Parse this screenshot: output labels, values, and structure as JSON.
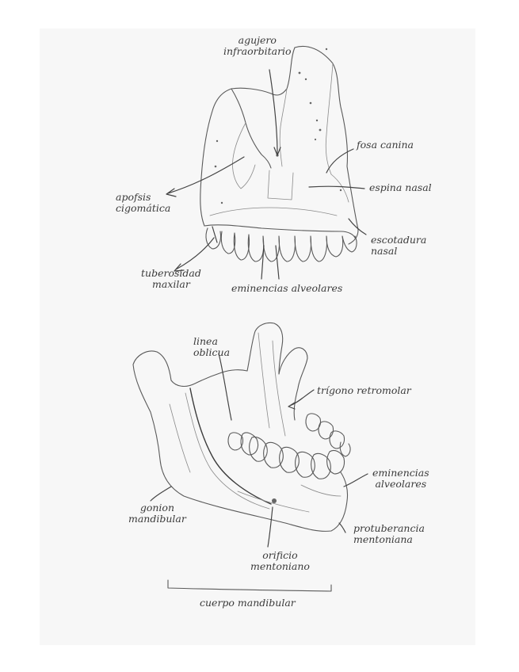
{
  "maxilla": {
    "agujero": [
      "agujero",
      "infraorbitario"
    ],
    "fosa_canina": "fosa canina",
    "apofisis": [
      "apofsis",
      "cigomática"
    ],
    "espina_nasal": "espina nasal",
    "escotadura": [
      "escotadura",
      "nasal"
    ],
    "tuberosidad": [
      "tuberosidad",
      "maxilar"
    ],
    "eminencias": "eminencias alveolares"
  },
  "mandible": {
    "linea_oblicua": [
      "linea",
      "oblicua"
    ],
    "trigono": "trígono retromolar",
    "eminencias": [
      "eminencias",
      "alveolares"
    ],
    "gonion": [
      "gonion",
      "mandibular"
    ],
    "protuberancia": [
      "protuberancia",
      "mentoniana"
    ],
    "orificio": [
      "orificio",
      "mentoniano"
    ],
    "cuerpo": "cuerpo mandibular"
  }
}
